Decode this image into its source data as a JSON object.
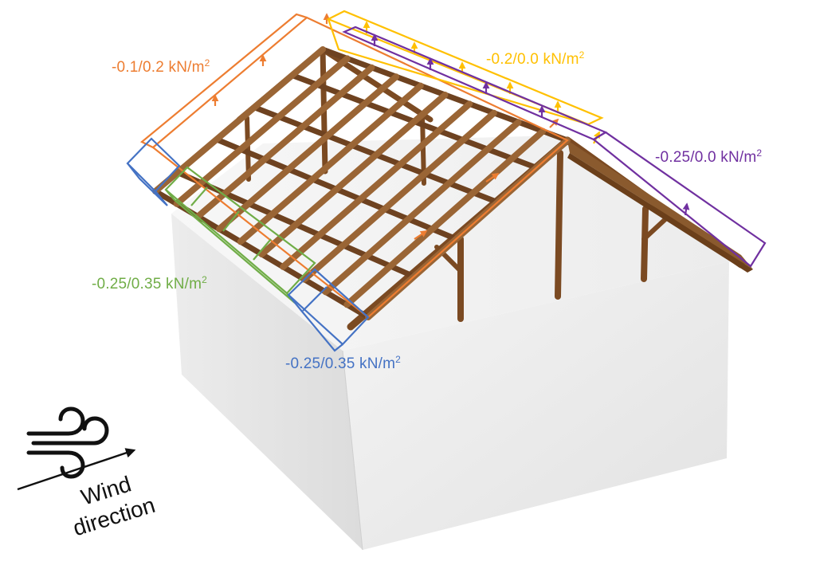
{
  "load_labels": {
    "orange": {
      "text": "-0.1/0.2 kN/m",
      "sup": "2",
      "color": "#ED7D31"
    },
    "yellow": {
      "text": "-0.2/0.0 kN/m",
      "sup": "2",
      "color": "#FFC000"
    },
    "purple": {
      "text": "-0.25/0.0 kN/m",
      "sup": "2",
      "color": "#7030A0"
    },
    "green": {
      "text": "-0.25/0.35 kN/m",
      "sup": "2",
      "color": "#70AD47"
    },
    "blue": {
      "text": "-0.25/0.35 kN/m",
      "sup": "2",
      "color": "#4472C4"
    }
  },
  "wind": {
    "line1": "Wind",
    "line2": "direction",
    "icon": "wind-icon"
  },
  "colors": {
    "timber": "#7B4A22",
    "timber_light": "#9A6535",
    "wall": "#E9E9E9",
    "wall_shadow": "#D4D4D4"
  }
}
